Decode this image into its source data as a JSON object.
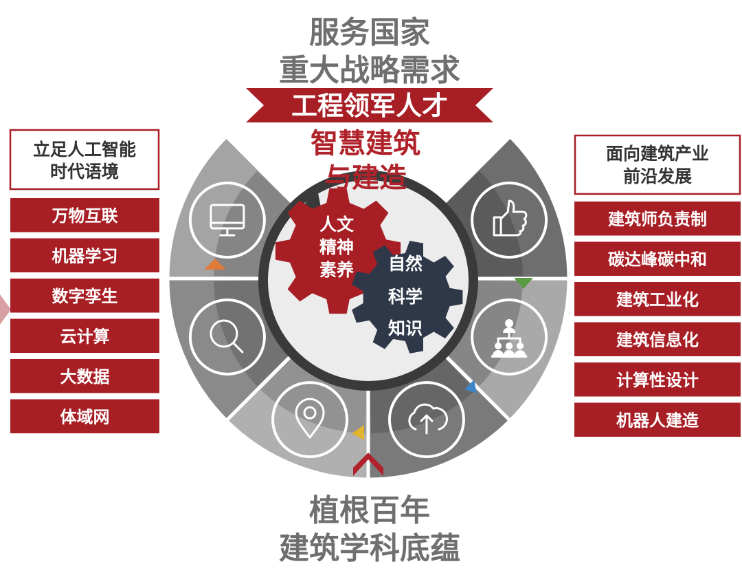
{
  "top_title": {
    "line1": "服务国家",
    "line2": "重大战略需求"
  },
  "banner": "工程领军人才",
  "center_title": {
    "line1": "智慧建筑",
    "line2": "与建造"
  },
  "gears": {
    "humanities": {
      "line1": "人文",
      "line2": "精神",
      "line3": "素养",
      "color": "#a81e25"
    },
    "science": {
      "line1": "自然",
      "line2": "科学",
      "line3": "知识",
      "color": "#2e3848"
    }
  },
  "bottom_title": {
    "line1": "植根百年",
    "line2": "建筑学科底蕴"
  },
  "left_panel": {
    "header": {
      "line1": "立足人工智能",
      "line2": "时代语境"
    },
    "items": [
      "万物互联",
      "机器学习",
      "数字孪生",
      "云计算",
      "大数据",
      "体域网"
    ]
  },
  "right_panel": {
    "header": {
      "line1": "面向建筑产业",
      "line2": "前沿发展"
    },
    "items": [
      "建筑师负责制",
      "碳达峰碳中和",
      "建筑工业化",
      "建筑信息化",
      "计算性设计",
      "机器人建造"
    ]
  },
  "segment_icons": [
    "monitor-icon",
    "search-icon",
    "location-pin-icon",
    "cloud-upload-icon",
    "team-hierarchy-icon",
    "thumbs-up-icon"
  ],
  "colors": {
    "red": "#a81e25",
    "gray_text": "#6f6f6f",
    "navy": "#2e3848"
  }
}
